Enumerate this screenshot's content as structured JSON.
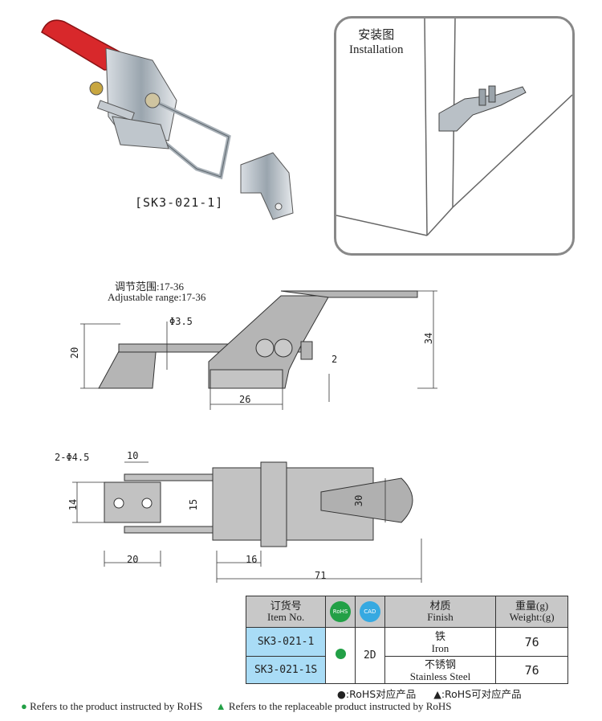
{
  "product": {
    "code_label": "[SK3-021-1]"
  },
  "installation": {
    "title_cn": "安装图",
    "title_en": "Installation"
  },
  "side_view": {
    "range_cn": "调节范围:17-36",
    "range_en": "Adjustable range:17-36",
    "dims": {
      "phi": "Φ3.5",
      "height_left": "20",
      "height_right": "34",
      "gap": "2",
      "base": "26"
    }
  },
  "top_view": {
    "dims": {
      "holes": "2-Φ4.5",
      "d10": "10",
      "d14": "14",
      "d15": "15",
      "d30": "30",
      "d20": "20",
      "d16": "16",
      "d71": "71"
    }
  },
  "spec_table": {
    "headers": {
      "item_cn": "订货号",
      "item_en": "Item No.",
      "rohs_badge": "RoHS",
      "cad_badge": "CAD",
      "finish_cn": "材质",
      "finish_en": "Finish",
      "weight_cn": "重量(g)",
      "weight_en": "Weight:(g)"
    },
    "rows": [
      {
        "item": "SK3-021-1",
        "finish_cn": "铁",
        "finish_en": "Iron",
        "weight": "76"
      },
      {
        "item": "SK3-021-1S",
        "finish_cn": "不锈钢",
        "finish_en": "Stainless Steel",
        "weight": "76"
      }
    ],
    "cad": "2D",
    "colors": {
      "header": "#c8c8c8",
      "item_cell": "#a9dcf6",
      "rohs": "#22a046",
      "cad": "#36a9e1"
    }
  },
  "notes": {
    "cn_rohs": "●:RoHS对应产品",
    "cn_replace": "▲:RoHS可对应产品",
    "en_rohs": "Refers to the product instructed by RoHS",
    "en_replace": "Refers to the replaceable product instructed by RoHS"
  }
}
